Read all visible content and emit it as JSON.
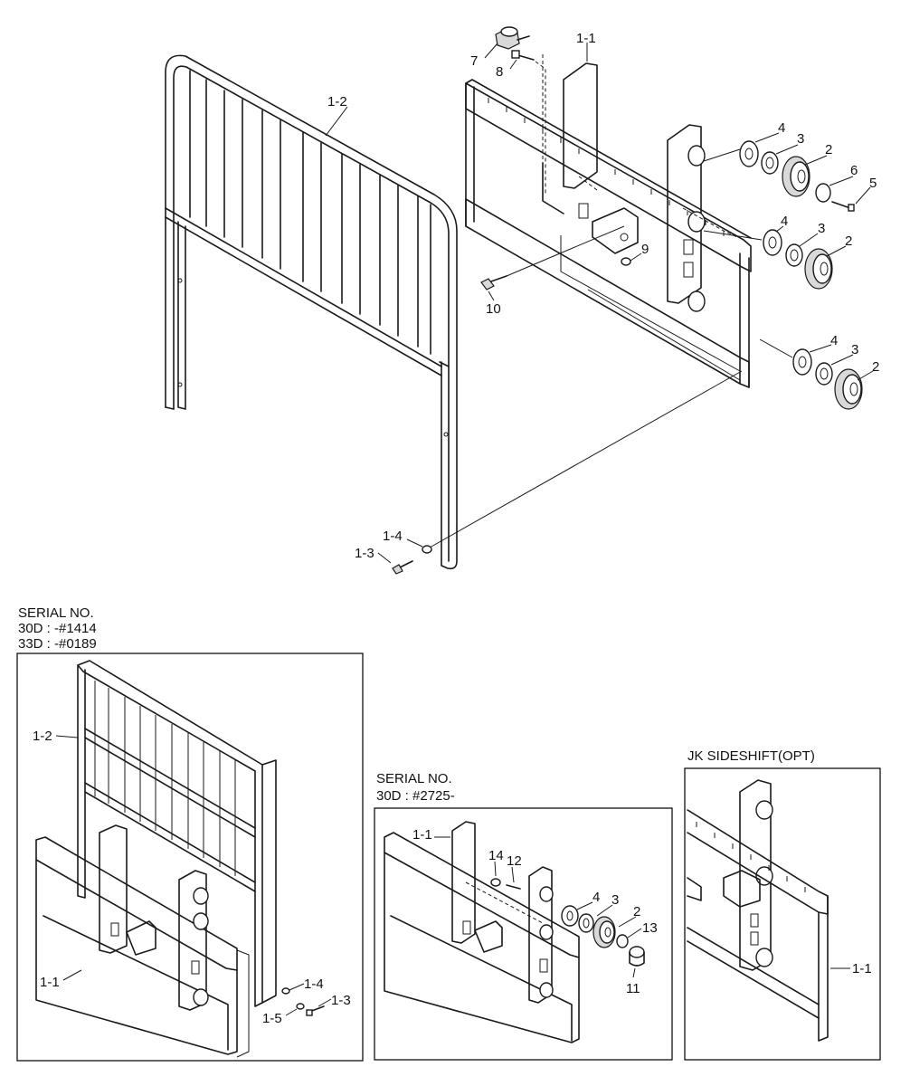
{
  "main_callouts": {
    "c1_1": "1-1",
    "c1_2": "1-2",
    "c1_3": "1-3",
    "c1_4": "1-4",
    "c2a": "2",
    "c2b": "2",
    "c2c": "2",
    "c3a": "3",
    "c3b": "3",
    "c3c": "3",
    "c4a": "4",
    "c4b": "4",
    "c4c": "4",
    "c5": "5",
    "c6": "6",
    "c7": "7",
    "c8": "8",
    "c9": "9",
    "c10": "10"
  },
  "inset_left": {
    "header_line1": "SERIAL NO.",
    "header_line2": "30D : -#1414",
    "header_line3": "33D : -#0189",
    "c1_2": "1-2",
    "c1_1": "1-1",
    "c1_4": "1-4",
    "c1_3": "1-3",
    "c1_5": "1-5"
  },
  "inset_middle": {
    "header_line1": "SERIAL NO.",
    "header_line2": "30D : #2725-",
    "c1_1": "1-1",
    "c14": "14",
    "c12": "12",
    "c4": "4",
    "c3": "3",
    "c2": "2",
    "c13": "13",
    "c11": "11"
  },
  "inset_right": {
    "header": "JK SIDESHIFT(OPT)",
    "c1_1": "1-1"
  }
}
